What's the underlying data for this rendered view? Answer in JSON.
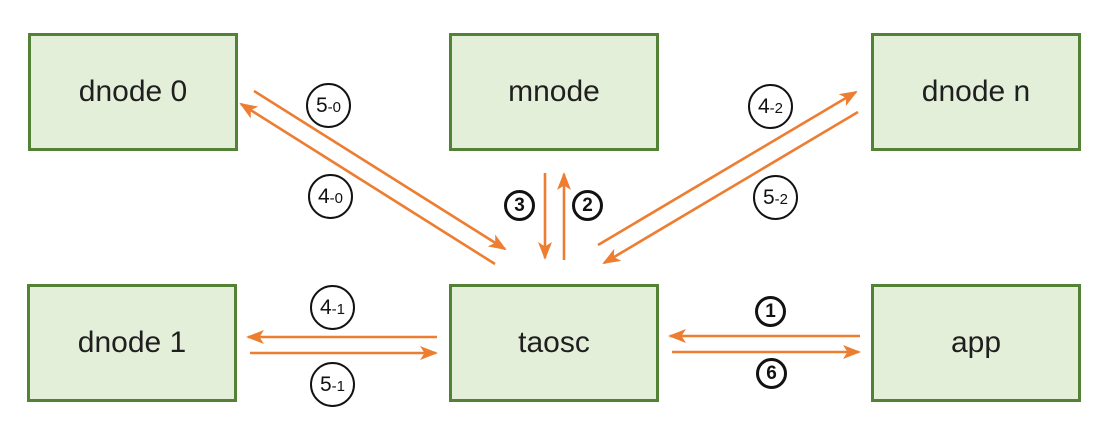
{
  "colors": {
    "box_fill": "#E3EFD9",
    "box_border": "#538135",
    "arrow": "#ED7D31",
    "circle_border": "#121212",
    "text": "#1F1F1F"
  },
  "nodes": {
    "dnode0": "dnode 0",
    "mnode": "mnode",
    "dnoden": "dnode n",
    "dnode1": "dnode 1",
    "taosc": "taosc",
    "app": "app"
  },
  "edge_labels": {
    "l50": {
      "major": "5",
      "minor": "-0"
    },
    "l40": {
      "major": "4",
      "minor": "-0"
    },
    "l3": {
      "major": "3"
    },
    "l2": {
      "major": "2"
    },
    "l42": {
      "major": "4",
      "minor": "-2"
    },
    "l52": {
      "major": "5",
      "minor": "-2"
    },
    "l41": {
      "major": "4",
      "minor": "-1"
    },
    "l51": {
      "major": "5",
      "minor": "-1"
    },
    "l1": {
      "major": "1"
    },
    "l6": {
      "major": "6"
    }
  }
}
